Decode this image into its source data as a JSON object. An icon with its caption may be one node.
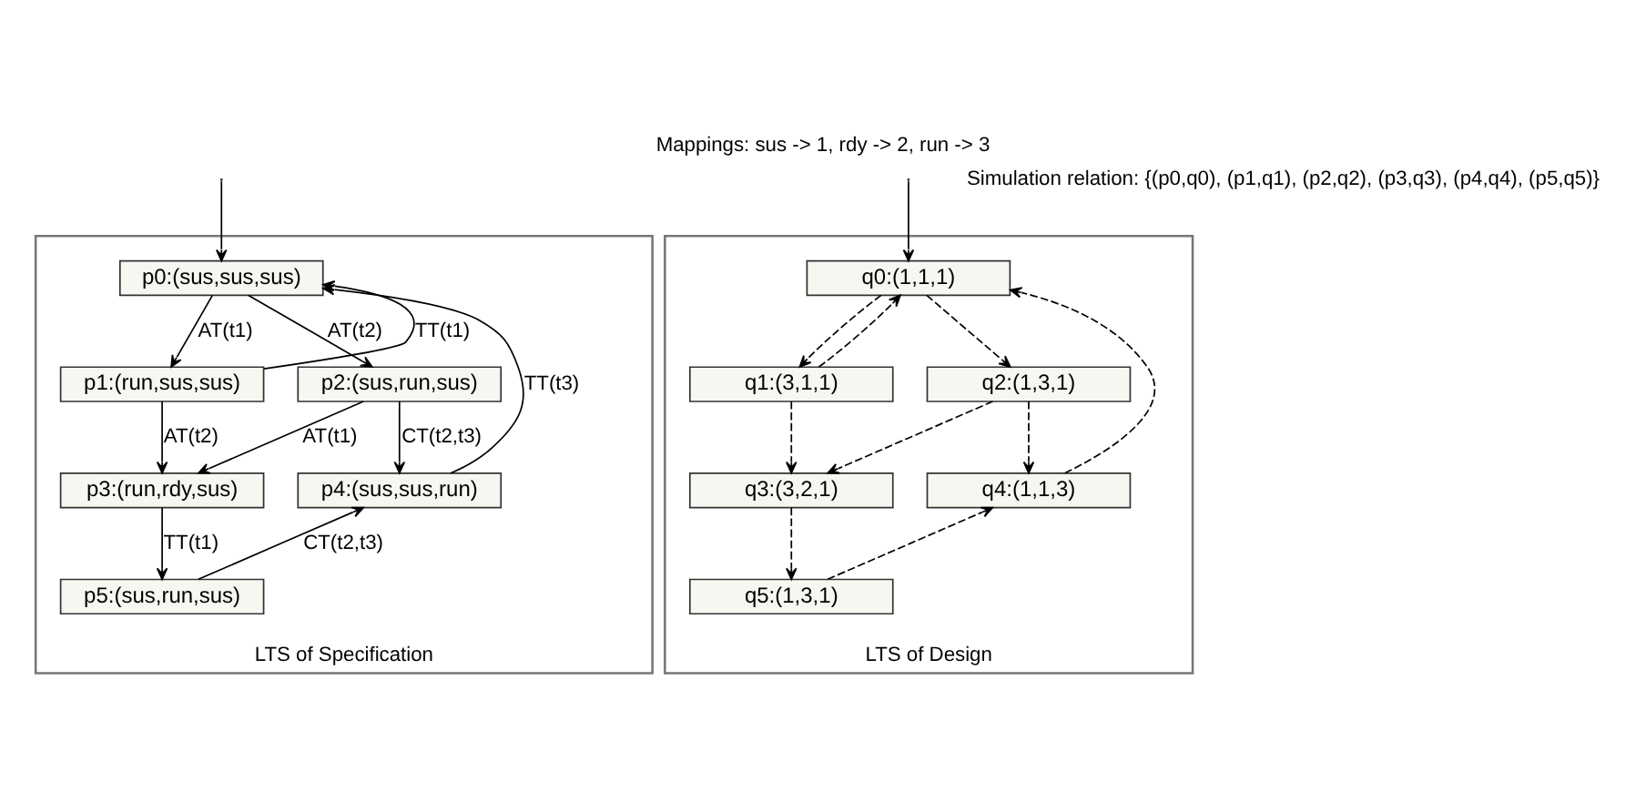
{
  "diagram": {
    "title": "Mappings: sus -> 1, rdy -> 2, run -> 3",
    "nodes": [
      {
        "text": [
          "LTS of Specification"
        ]
      },
      {
        "text": [
          "p0:(sus,sus,sus)"
        ],
        "in": 0
      },
      {
        "text": [
          "p1:(run,sus,sus)"
        ],
        "in": 0
      },
      {
        "text": [
          "p2:(sus,run,sus)"
        ],
        "in": 0
      },
      {
        "text": [
          "p3:(run,rdy,sus)"
        ],
        "in": 0
      },
      {
        "text": [
          "p4:(sus,sus,run)"
        ],
        "in": 0
      },
      {
        "text": [
          "p5:(sus,run,sus)"
        ],
        "in": 0
      },
      {
        "text": [
          "LTS of Design"
        ]
      },
      {
        "text": [
          "q0:(1,1,1)"
        ],
        "in": 7
      },
      {
        "text": [
          "q1:(3,1,1)"
        ],
        "in": 7
      },
      {
        "text": [
          "q2:(1,3,1)"
        ],
        "in": 7
      },
      {
        "text": [
          "q3:(3,2,1)"
        ],
        "in": 7
      },
      {
        "text": [
          "q4:(1,1,3)"
        ],
        "in": 7
      },
      {
        "text": [
          "q5:(1,3,1)"
        ],
        "in": 7
      }
    ],
    "edges": [
      {
        "from": null,
        "to": 1,
        "arrow": "to"
      },
      {
        "from": 2,
        "to": 1,
        "arrow": "to",
        "label": "TT(t1)"
      },
      {
        "from": 1,
        "to": 2,
        "arrow": "to",
        "label": "AT(t1)"
      },
      {
        "from": 1,
        "to": 3,
        "arrow": "to",
        "label": "AT(t2)"
      },
      {
        "from": 2,
        "to": 4,
        "arrow": "to",
        "label": "AT(t2)"
      },
      {
        "from": 3,
        "to": 4,
        "arrow": "to",
        "label": "AT(t1)"
      },
      {
        "from": 3,
        "to": 5,
        "arrow": "to",
        "label": "CT(t2,t3)"
      },
      {
        "from": 5,
        "to": 1,
        "arrow": "to",
        "label": "TT(t3)"
      },
      {
        "from": 4,
        "to": 6,
        "arrow": "to",
        "label": "TT(t1)"
      },
      {
        "from": 6,
        "to": 5,
        "arrow": "to",
        "label": "CT(t2,t3)"
      },
      {
        "from": null,
        "to": 8,
        "arrow": "to"
      },
      {
        "from": 9,
        "to": 8,
        "arrow": "to",
        "style": "dashed"
      },
      {
        "from": 8,
        "to": 9,
        "arrow": "to",
        "style": "dashed"
      },
      {
        "from": 8,
        "to": 10,
        "arrow": "to",
        "style": "dashed"
      },
      {
        "from": 9,
        "to": 11,
        "arrow": "to",
        "style": "dashed"
      },
      {
        "from": 10,
        "to": 11,
        "arrow": "to",
        "style": "dashed"
      },
      {
        "from": 10,
        "to": 12,
        "arrow": "to",
        "style": "dashed"
      },
      {
        "from": 12,
        "to": 8,
        "arrow": "to",
        "style": "dashed"
      },
      {
        "from": 11,
        "to": 13,
        "arrow": "to",
        "style": "dashed"
      },
      {
        "from": 13,
        "to": 12,
        "arrow": "to",
        "style": "dashed"
      }
    ],
    "labels": [
      "Simulation relation: {(p0,q0), (p1,q1), (p2,q2), (p3,q3), (p4,q4), (p5,q5)}"
    ]
  }
}
